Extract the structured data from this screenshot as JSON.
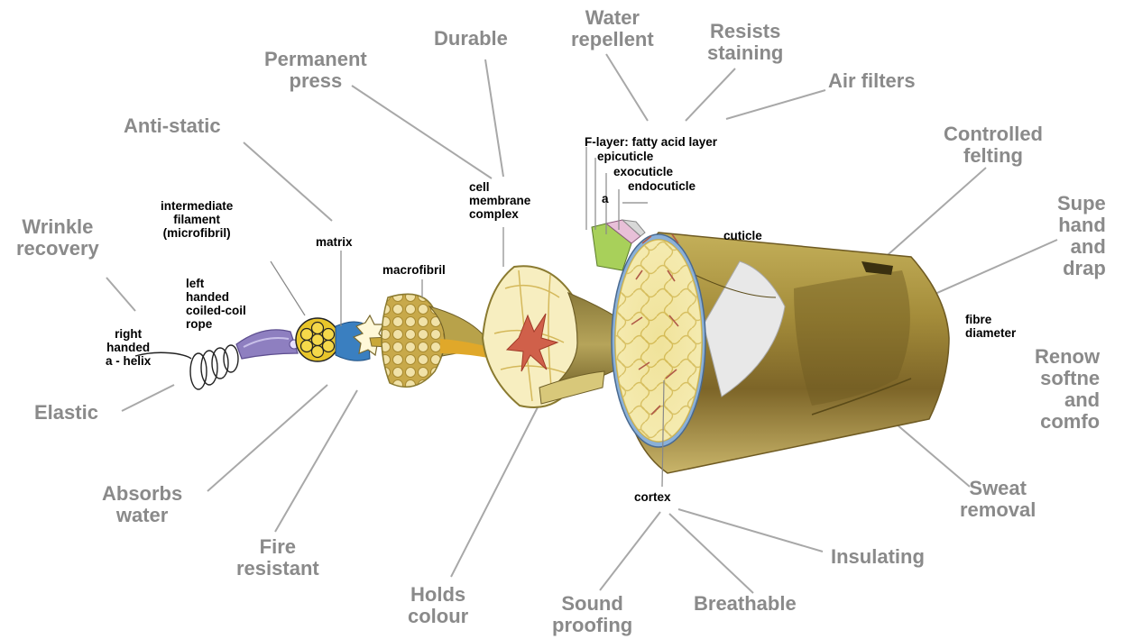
{
  "properties": {
    "wrinkle_recovery": "Wrinkle\nrecovery",
    "anti_static": "Anti-static",
    "permanent_press": "Permanent\npress",
    "durable": "Durable",
    "water_repellent": "Water\nrepellent",
    "resists_staining": "Resists\nstaining",
    "air_filters": "Air filters",
    "controlled_felting": "Controlled\nfelting",
    "super_handle": "Supe\nhand\nand\ndrap",
    "renewable": "Renow\nsoftne\nand\ncomfo",
    "sweat_removal": "Sweat\nremoval",
    "insulating": "Insulating",
    "breathable": "Breathable",
    "sound_proofing": "Sound\nproofing",
    "holds_colour": "Holds\ncolour",
    "fire_resistant": "Fire\nresistant",
    "absorbs_water": "Absorbs\nwater",
    "elastic": "Elastic"
  },
  "parts": {
    "intermediate_filament": "intermediate\nfilament\n(microfibril)",
    "matrix": "matrix",
    "macrofibril": "macrofibril",
    "cell_membrane": "cell\nmembrane\ncomplex",
    "left_handed": "left\nhanded\ncoiled-coil\nrope",
    "right_handed": "right\nhanded\na - helix",
    "f_layer": "F-layer: fatty acid layer",
    "epicuticle": "epicuticle",
    "exocuticle": "exocuticle",
    "a_layer": "a",
    "endocuticle": "endocuticle",
    "cuticle": "cuticle",
    "fibre_diameter": "fibre\ndiameter",
    "cortex": "cortex"
  },
  "colors": {
    "property_text": "#8a8a8a",
    "leader_line": "#a0a0a0",
    "fibre_tan": "#b09a3e",
    "fibre_dark": "#6e5a22",
    "cortex_fill": "#f3e7a6",
    "cortex_line": "#c9ab3d",
    "red_cell": "#c0503a",
    "purple_coil": "#8e7fc0",
    "blue_matrix": "#3a7fc0"
  }
}
